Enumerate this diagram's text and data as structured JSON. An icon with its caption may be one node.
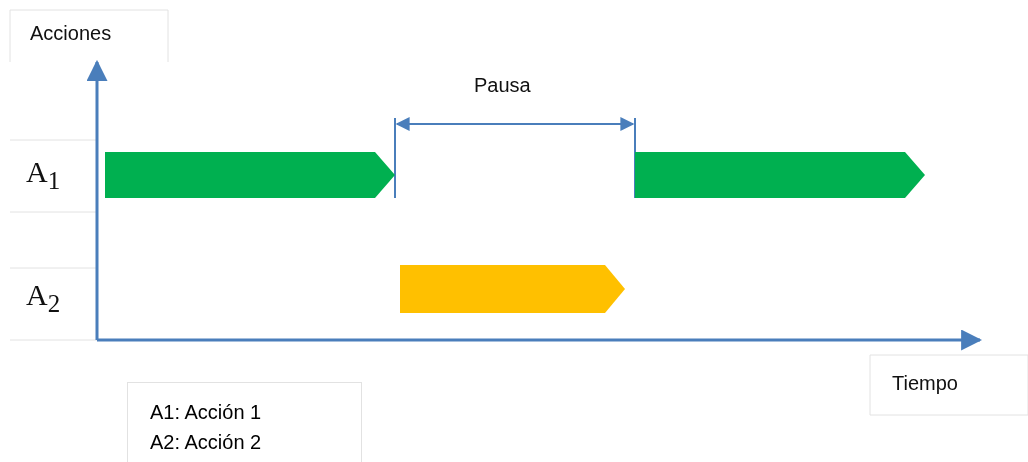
{
  "diagram": {
    "nodes": [
      {
        "text": [],
        "shape": "bar"
      },
      {
        "text": [],
        "shape": "bar"
      },
      {
        "text": [],
        "shape": "bar"
      },
      {
        "text": [
          "A1: Acción 1",
          "A2: Acción 2"
        ]
      }
    ],
    "labels": [
      "Acciones",
      "Pausa",
      "A$_{1}$",
      "A$_{2}$",
      "Tiempo"
    ]
  }
}
